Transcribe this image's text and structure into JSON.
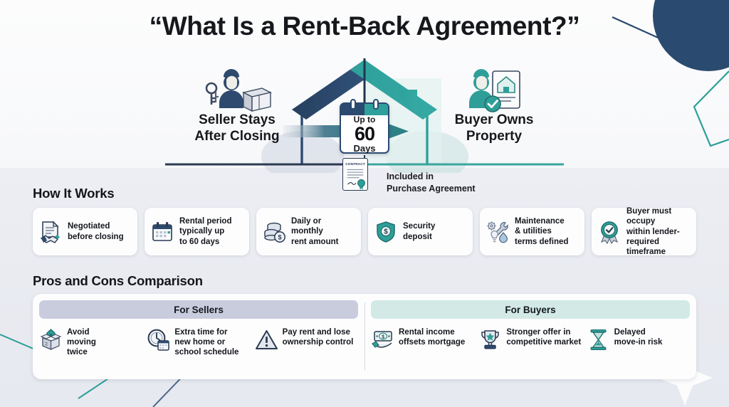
{
  "title": "“What Is a Rent-Back Agreement?”",
  "colors": {
    "navy": "#2b4a6f",
    "navy_dark": "#26405f",
    "teal": "#2fa09c",
    "teal_light": "#9fd6d2",
    "sellers_header": "#c9ccdd",
    "buyers_header": "#d2e9e6",
    "page_bg": "#f7f8fa",
    "body_band": "#e9ebf1",
    "card_bg": "#fdfdfe",
    "text": "#14171c"
  },
  "hero": {
    "left_label": "Seller Stays\nAfter Closing",
    "left_label_line1": "Seller Stays",
    "left_label_line2": "After Closing",
    "left_icon": "person-with-keys-and-box-icon",
    "right_label_line1": "Buyer Owns",
    "right_label_line2": "Property",
    "right_icon": "person-with-deed-and-check-icon",
    "house_icon": "house-roof-split-icon",
    "arrow_icon": "right-arrow-icon",
    "badge": {
      "icon": "calendar-icon",
      "line1": "Up to",
      "number": "60",
      "line3": "Days"
    },
    "contract": {
      "icon": "contract-document-seal-icon",
      "doc_label": "CONTRACT",
      "note_line1": "Included in",
      "note_line2": "Purchase Agreement"
    }
  },
  "how_it_works": {
    "heading": "How It Works",
    "cards": [
      {
        "icon": "document-handshake-icon",
        "text_line1": "Negotiated",
        "text_line2": "before closing",
        "text_line3": ""
      },
      {
        "icon": "calendar-icon",
        "text_line1": "Rental period",
        "text_line2": "typically up",
        "text_line3": "to 60 days"
      },
      {
        "icon": "coins-dollar-icon",
        "text_line1": "Daily or",
        "text_line2": "monthly",
        "text_line3": "rent amount"
      },
      {
        "icon": "shield-dollar-icon",
        "text_line1": "Security",
        "text_line2": "deposit",
        "text_line3": ""
      },
      {
        "icon": "gear-wrench-bulb-drop-icon",
        "text_line1": "Maintenance",
        "text_line2": "& utilities",
        "text_line3": "terms defined"
      },
      {
        "icon": "check-ribbon-badge-icon",
        "text_line1": "Buyer must occupy",
        "text_line2": "within lender-",
        "text_line3": "required timeframe"
      }
    ]
  },
  "pros_cons": {
    "heading": "Pros and Cons Comparison",
    "sellers": {
      "header": "For Sellers",
      "items": [
        {
          "icon": "box-with-house-icon",
          "text_line1": "Avoid",
          "text_line2": "moving",
          "text_line3": "twice"
        },
        {
          "icon": "clock-calendar-icon",
          "text_line1": "Extra time for",
          "text_line2": "new home or",
          "text_line3": "school schedule"
        },
        {
          "icon": "warning-triangle-icon",
          "text_line1": "Pay rent and lose",
          "text_line2": "ownership control",
          "text_line3": ""
        }
      ]
    },
    "buyers": {
      "header": "For Buyers",
      "items": [
        {
          "icon": "cash-in-hand-icon",
          "text_line1": "Rental income",
          "text_line2": "offsets mortgage",
          "text_line3": ""
        },
        {
          "icon": "trophy-star-icon",
          "text_line1": "Stronger offer in",
          "text_line2": "competitive market",
          "text_line3": ""
        },
        {
          "icon": "hourglass-icon",
          "text_line1": "Delayed",
          "text_line2": "move-in risk",
          "text_line3": ""
        }
      ]
    }
  }
}
